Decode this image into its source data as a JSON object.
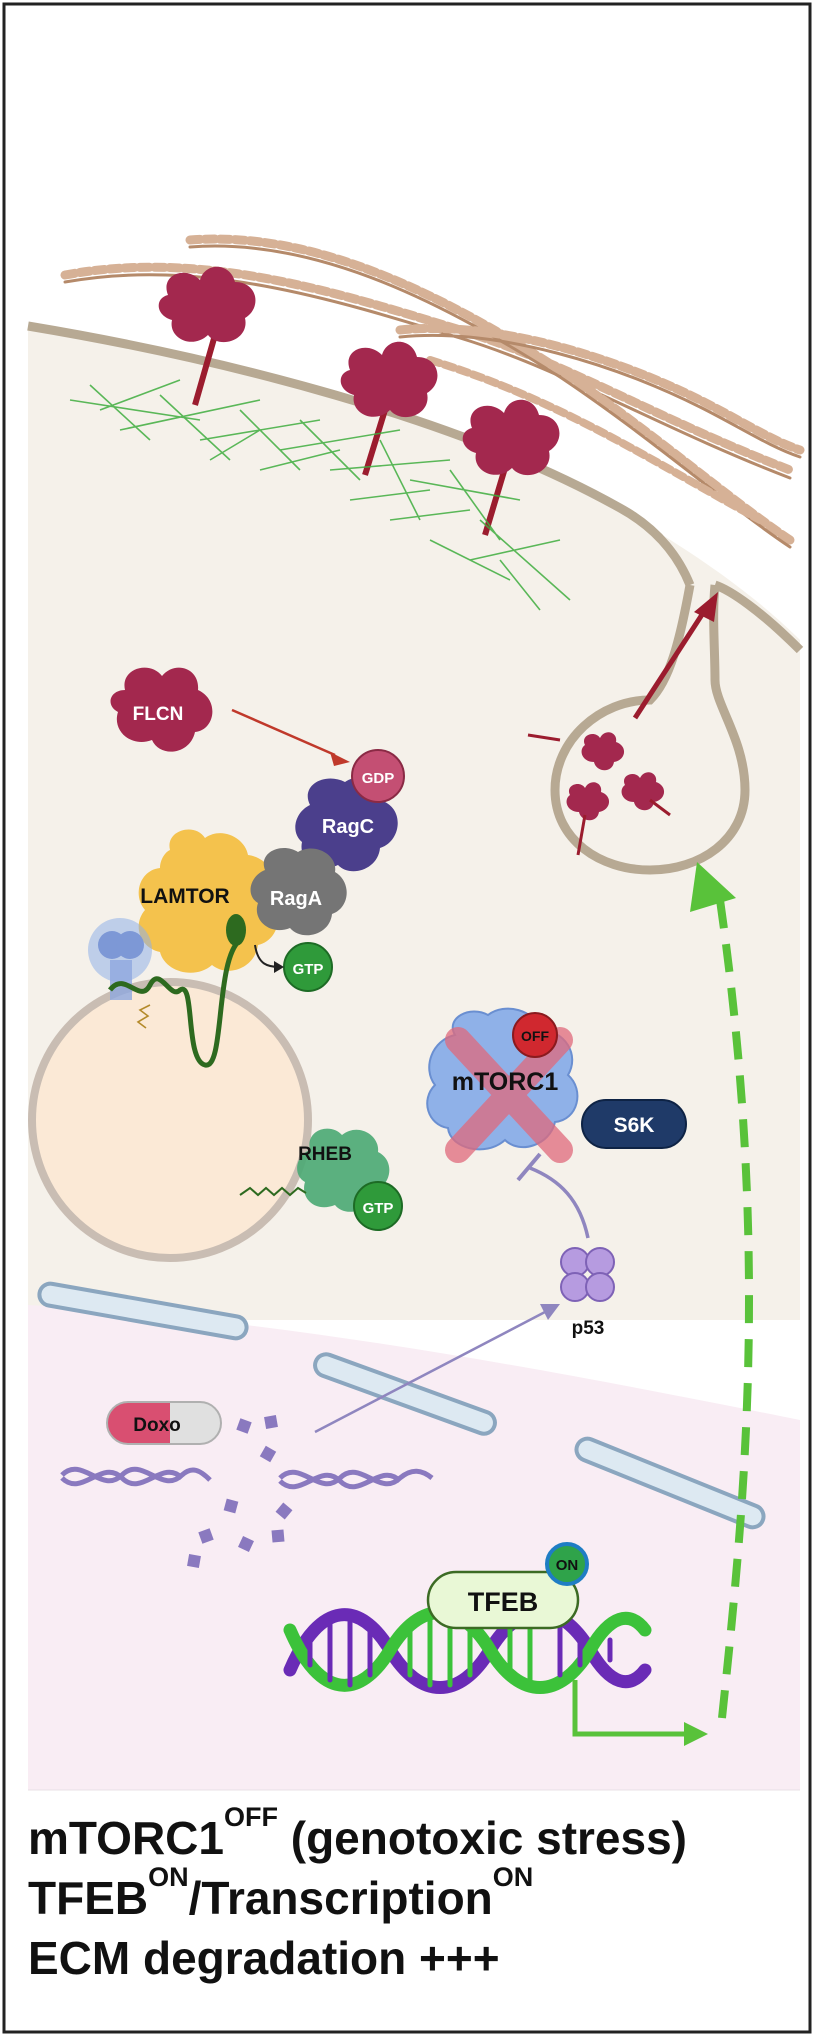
{
  "labels": {
    "flcn": "FLCN",
    "gdp": "GDP",
    "ragc": "RagC",
    "raga": "RagA",
    "lamtor": "LAMTOR",
    "gtp_rag": "GTP",
    "rheb": "RHEB",
    "gtp_rheb": "GTP",
    "off": "OFF",
    "mtorc1": "mTORC1",
    "s6k": "S6K",
    "p53": "p53",
    "doxo": "Doxo",
    "tfeb": "TFEB",
    "on": "ON"
  },
  "captions": {
    "line1_a": "mTORC1",
    "line1_sup": "OFF",
    "line1_b": " (genotoxic stress)",
    "line2_a": "TFEB",
    "line2_sup": "ON",
    "line2_b": "/Transcription",
    "line2_sup2": "ON",
    "line3": "ECM degradation +++"
  },
  "colors": {
    "cytoplasm": "#f5f1ea",
    "nucleus": "#f9edf4",
    "membrane": "#cfc3b2",
    "enzyme": "#a3284e",
    "collagen": "#d6b196",
    "cytoskeleton": "#3fae3f",
    "ragc": "#4b3f8c",
    "raga": "#757575",
    "lamtor": "#f4c24d",
    "gtp": "#2f9a3a",
    "mtorc1": "#8fb1e8",
    "s6k": "#1f3a68",
    "p53": "#b69be0",
    "dna": "#8a79bf",
    "tfeb": "#e9f8d6",
    "arrow_green": "#59c23a"
  }
}
